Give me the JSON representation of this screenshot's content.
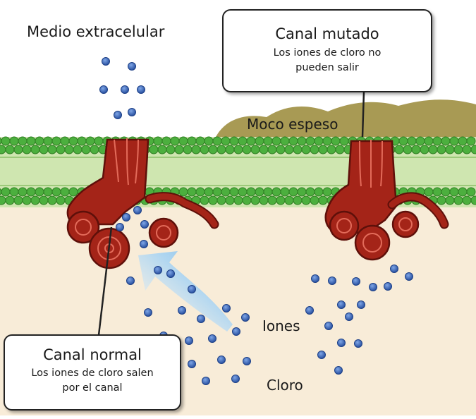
{
  "labels": {
    "extracellular": "Medio extracelular",
    "mucus": "Moco espeso",
    "ions": "Iones",
    "chlorine": "Cloro"
  },
  "callouts": {
    "mutated": {
      "title": "Canal mutado",
      "line1": "Los iones de cloro no",
      "line2": "pueden salir"
    },
    "normal": {
      "title": "Canal normal",
      "line1": "Los iones de cloro salen",
      "line2": "por el canal"
    }
  },
  "colors": {
    "membrane_green": "#4caf3e",
    "membrane_dark": "#2e7d22",
    "protein_red": "#a42418",
    "protein_dark": "#6e130c",
    "ion_blue": "#2d5fb4",
    "arrow_blue": "#8ec6ee",
    "mucus_olive": "#a89a54",
    "cytoplasm": "#f8ecd8",
    "extracellular_bg": "#ffffff"
  }
}
